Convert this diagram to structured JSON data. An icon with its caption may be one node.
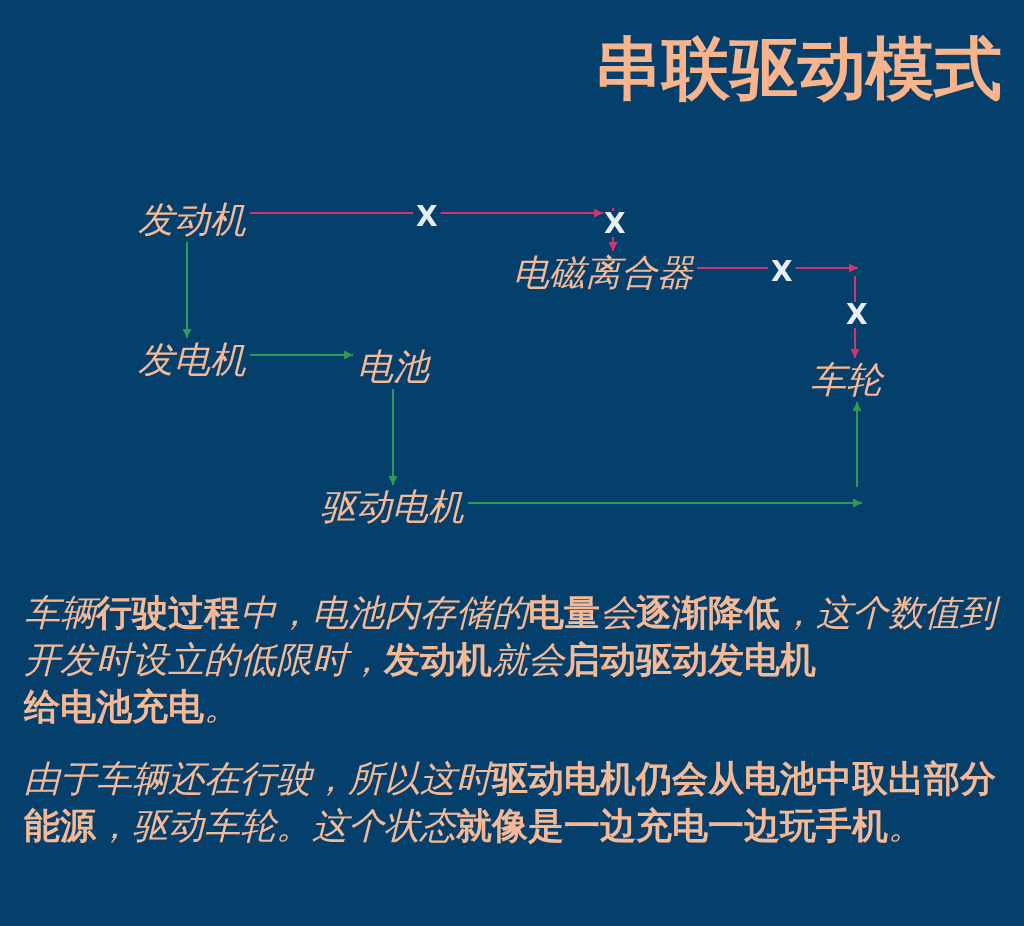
{
  "diagram": {
    "title": "串联驱动模式",
    "nodes": [
      {
        "text": [
          "发动机"
        ]
      },
      {
        "text": [
          "电磁离合器"
        ]
      },
      {
        "text": [
          "发电机"
        ]
      },
      {
        "text": [
          "电池"
        ]
      },
      {
        "text": [
          "车轮"
        ]
      },
      {
        "text": [
          "驱动电机"
        ]
      }
    ],
    "edges": [
      {
        "from": 0,
        "to": null,
        "arrow": "to",
        "label": "X",
        "color": "#d2336d"
      },
      {
        "from": null,
        "to": 1,
        "arrow": "to",
        "label": "X",
        "color": "#d2336d"
      },
      {
        "from": 0,
        "to": 2,
        "arrow": "to"
      },
      {
        "from": 1,
        "to": null,
        "arrow": "to",
        "label": "X",
        "color": "#d2336d"
      },
      {
        "from": null,
        "to": 4,
        "arrow": "to",
        "label": "X",
        "color": "#d2336d"
      },
      {
        "from": 2,
        "to": 3,
        "arrow": "to"
      },
      {
        "from": 3,
        "to": 5,
        "arrow": "to"
      },
      {
        "from": 5,
        "to": null,
        "arrow": "to"
      },
      {
        "from": null,
        "to": 4,
        "arrow": "to"
      }
    ],
    "labels": [
      "车辆**行驶过程**中，电池内存储的**电量**会**逐渐降低**，这个数值到开发时设立的低限时，**发动机**就会**启动驱动发电机给电池充电**。",
      "由于车辆还在行驶，所以这时**驱动电机仍会从电池中取出部分能源**，驱动车轮。这个状态**就像是一边充电一边玩手机**。"
    ]
  }
}
